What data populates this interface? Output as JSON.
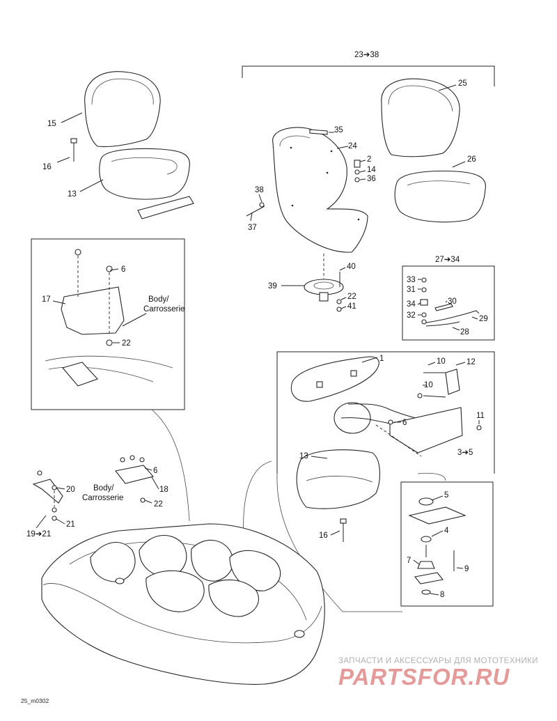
{
  "diagram": {
    "figure_code": "25_m0302",
    "group_labels": {
      "seat_group": "23➔38",
      "bracket_group": "27➔34",
      "slide_group": "3➔5",
      "clip_group": "19➔21"
    },
    "body_labels": {
      "upper_line1": "Body/",
      "upper_line2": "Carrosserie",
      "lower_line1": "Body/",
      "lower_line2": "Carrosserie"
    },
    "part_numbers": {
      "p15": "15",
      "p16a": "16",
      "p13a": "13",
      "p6a": "6",
      "p17": "17",
      "p22a": "22",
      "p35": "35",
      "p24": "24",
      "p2": "2",
      "p14": "14",
      "p36": "36",
      "p38": "38",
      "p37": "37",
      "p40": "40",
      "p39": "39",
      "p22b": "22",
      "p41": "41",
      "p25": "25",
      "p26": "26",
      "p33": "33",
      "p31": "31",
      "p34": "34",
      "p30": "30",
      "p32": "32",
      "p29": "29",
      "p28": "28",
      "p1": "1",
      "p10a": "10",
      "p12": "12",
      "p10b": "10",
      "p6b": "6",
      "p11": "11",
      "p13b": "13",
      "p16b": "16",
      "p5": "5",
      "p4": "4",
      "p7": "7",
      "p9": "9",
      "p8": "8",
      "p6c": "6",
      "p20": "20",
      "p18": "18",
      "p22c": "22",
      "p21": "21"
    }
  },
  "watermark": {
    "line1": "ЗАПЧАСТИ И АКСЕССУАРЫ ДЛЯ МОТОТЕХНИКИ",
    "logo": "PARTSFOR.RU"
  }
}
